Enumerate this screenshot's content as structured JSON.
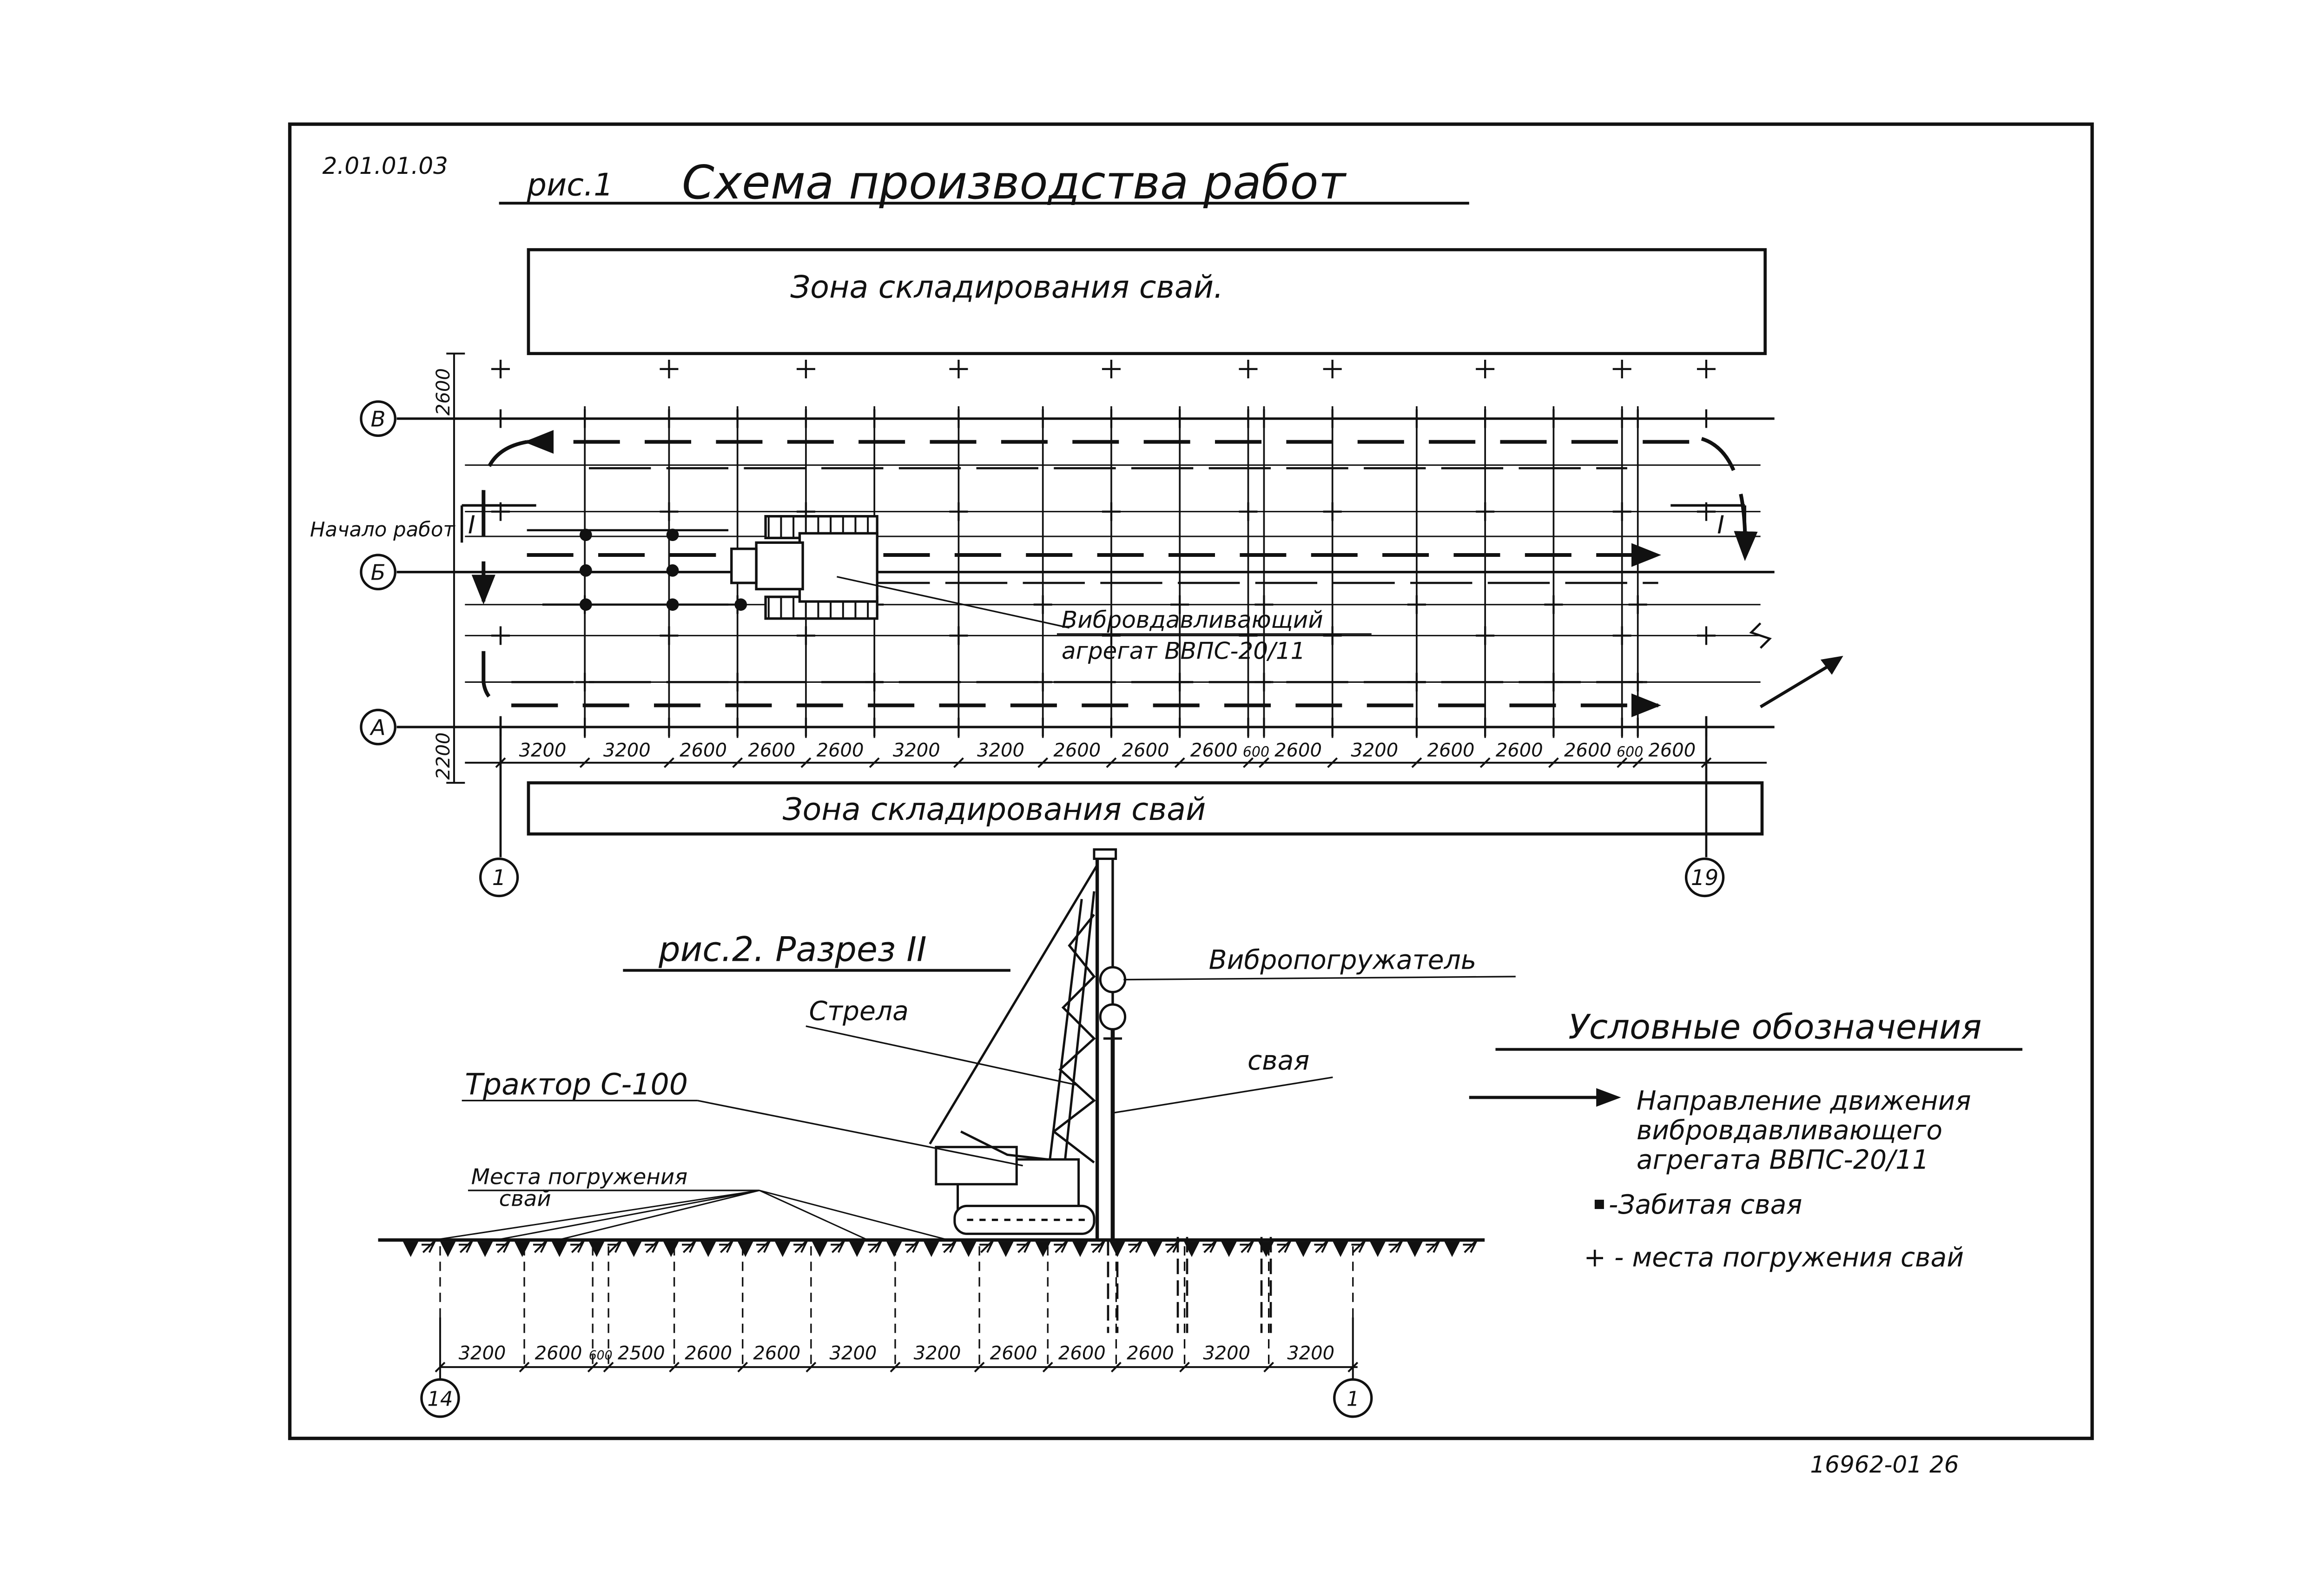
{
  "sheet": {
    "code": "2.01.01.03",
    "footer": "16962-01   26"
  },
  "fig1": {
    "caption_prefix": "рис.1",
    "caption_title": "Схема   производства   работ",
    "top_zone": "Зона  складирования  свай.",
    "bottom_zone": "Зона    складирования    свай",
    "axes": {
      "row_v": "В",
      "row_b": "Б",
      "row_a": "А",
      "col_first": "1",
      "col_last": "19"
    },
    "row_dims": {
      "top": "2600",
      "bottom": "2200"
    },
    "spans": [
      "3200",
      "3200",
      "2600",
      "2600",
      "2600",
      "3200",
      "3200",
      "2600",
      "2600",
      "2600",
      "600",
      "2600",
      "3200",
      "2600",
      "2600",
      "2600",
      "600",
      "2600"
    ],
    "start_label": "Начало работ",
    "section_mark": "I",
    "machine_label_1": "Вибровдавливающий",
    "machine_label_2": "агрегат  ВВПС-20/11"
  },
  "fig2": {
    "caption": "рис.2.  Разрез  II",
    "label_vibro": "Вибропогружатель",
    "label_boom": "Стрела",
    "label_pile": "свая",
    "label_tractor": "Трактор С-100",
    "label_places_1": "Места погружения",
    "label_places_2": "свай",
    "spans": [
      "3200",
      "2600",
      "600",
      "2500",
      "2600",
      "2600",
      "3200",
      "3200",
      "2600",
      "2600",
      "2600",
      "3200",
      "3200"
    ],
    "axis_left": "14",
    "axis_right": "1"
  },
  "legend": {
    "title": "Условные обозначения",
    "direction_1": "Направление движения",
    "direction_2": "вибровдавливающего",
    "direction_3": "агрегата ВВПС-20/11",
    "driven_pile": "-Забитая свая",
    "pile_places": "+ - места погружения свай"
  }
}
